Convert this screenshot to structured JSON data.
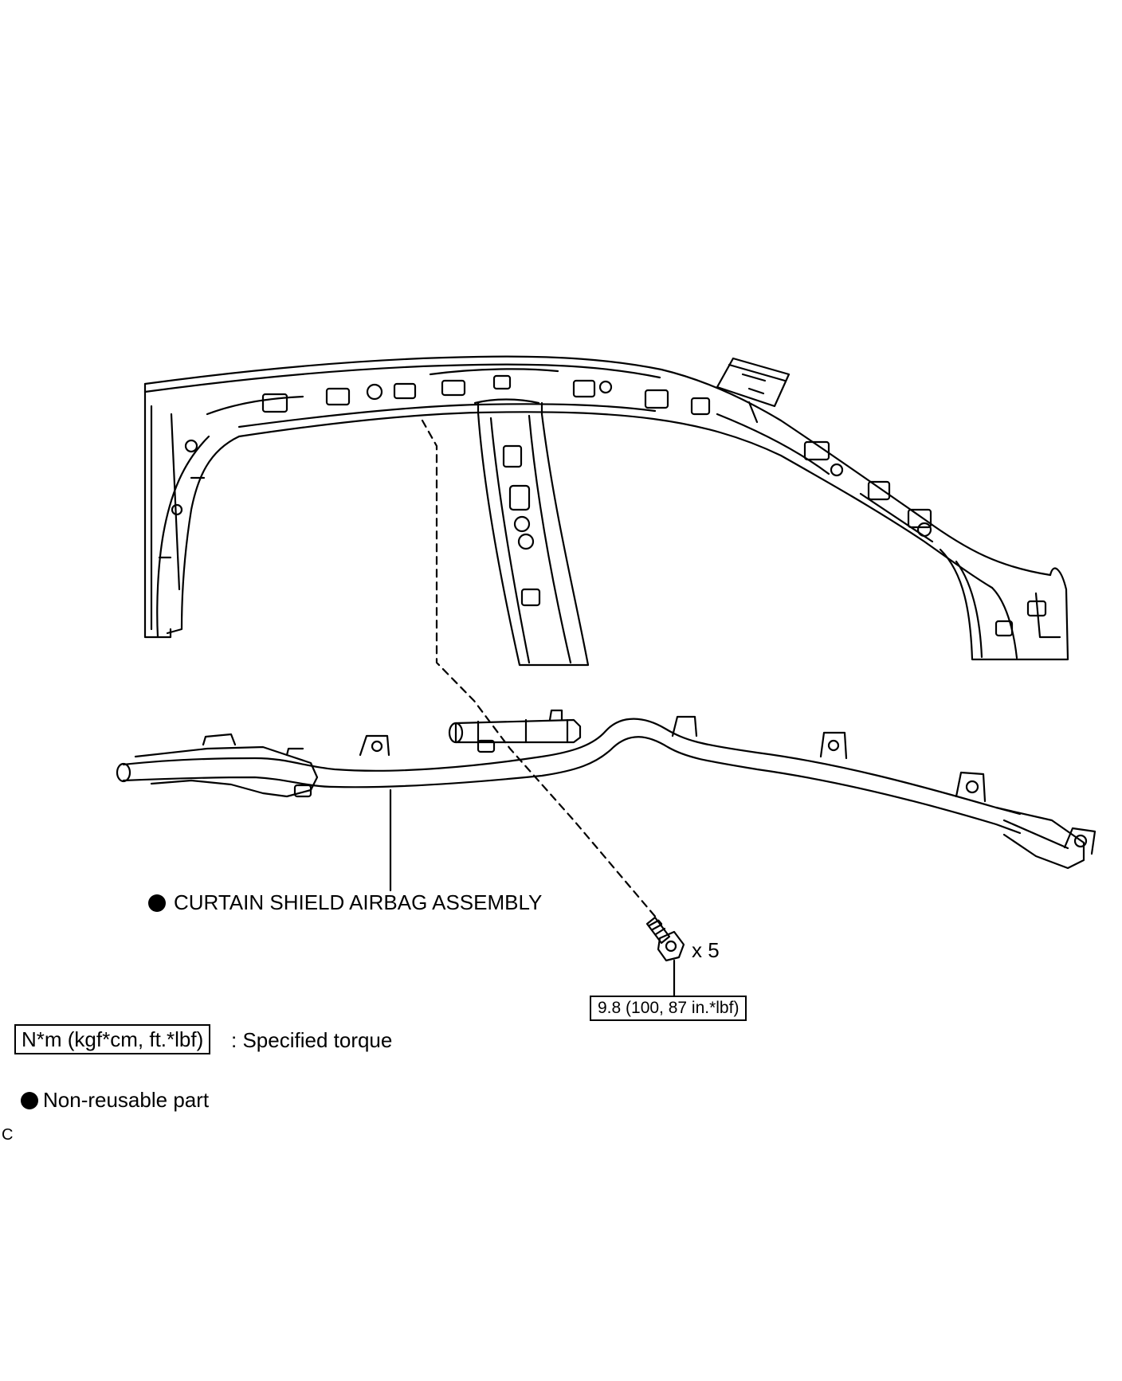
{
  "callouts": {
    "airbag_assembly": "CURTAIN SHIELD AIRBAG ASSEMBLY",
    "bolt_quantity": "x 5",
    "bolt_torque": "9.8 (100, 87 in.*lbf)"
  },
  "legend": {
    "torque_unit_box": "N*m (kgf*cm, ft.*lbf)",
    "torque_description": ": Specified torque",
    "non_reusable_label": "Non-reusable part"
  },
  "corner_mark": "C"
}
